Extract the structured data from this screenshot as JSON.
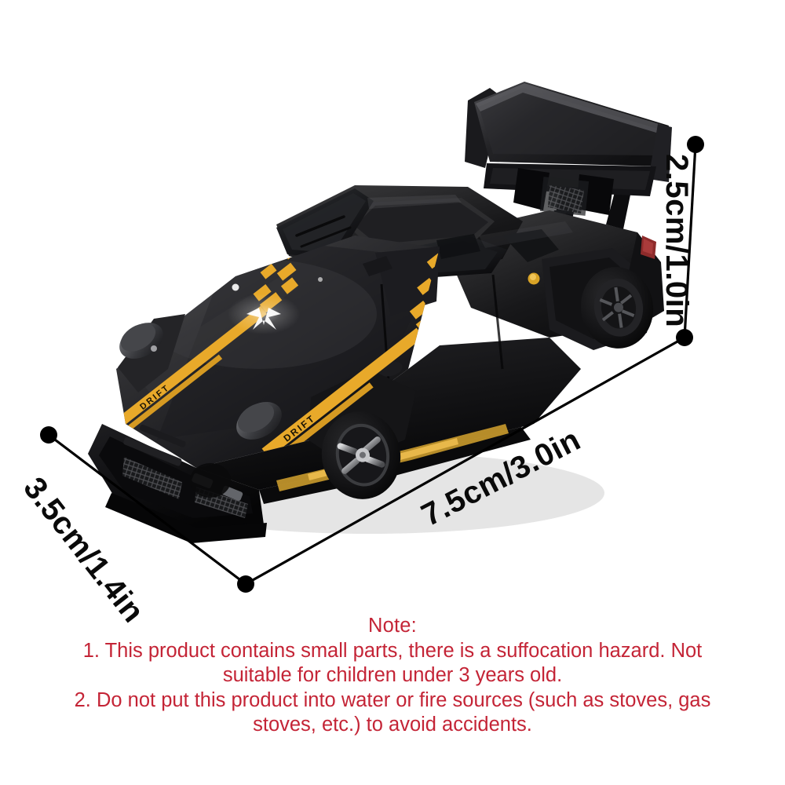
{
  "product": {
    "name": "mini rc drift car",
    "body_color": "#141414",
    "accent_color": "#e8a92a",
    "stripe_text": "DRIFT",
    "taillight_color": "#8e2b2b",
    "wheel_color": "#b9babc"
  },
  "dimensions": {
    "height": {
      "label": "2.5cm/1.0in",
      "name": "height-dimension"
    },
    "width": {
      "label": "7.5cm/3.0in",
      "name": "width-dimension"
    },
    "depth": {
      "label": "3.5cm/1.4in",
      "name": "depth-dimension"
    },
    "line_color": "#000000"
  },
  "note": {
    "title": "Note:",
    "line1": "1. This product contains small parts, there is a suffocation hazard. Not",
    "line2": "suitable for children under 3 years old.",
    "line3": "2. Do not put this product into water or fire sources (such as stoves, gas",
    "line4": "stoves, etc.) to avoid accidents.",
    "color": "#c42436"
  },
  "background": {
    "color": "#ffffff"
  }
}
